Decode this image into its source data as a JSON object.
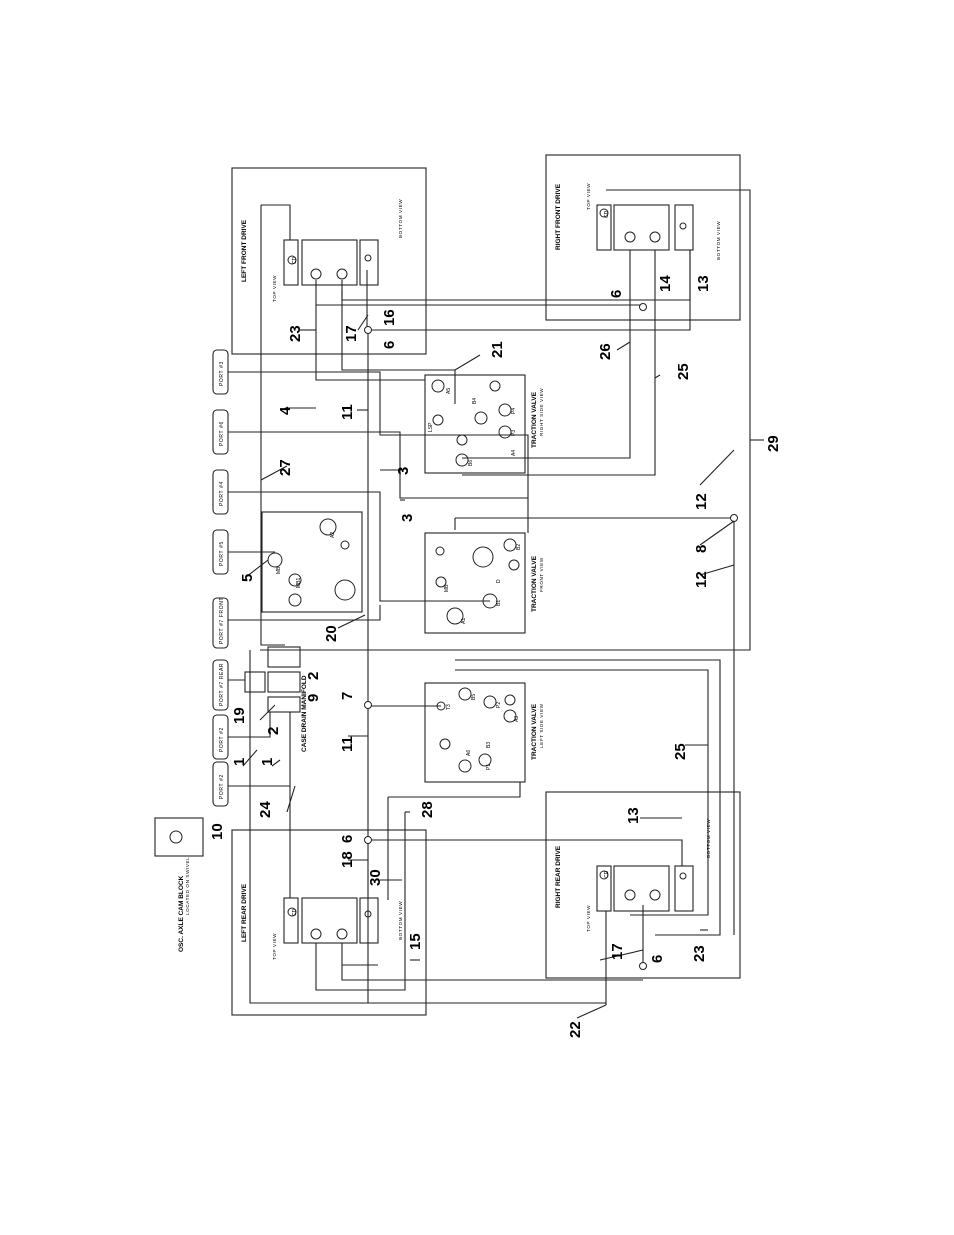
{
  "title": {
    "cam_block": "OSC. AXLE CAM BLOCK",
    "cam_block_sub": "LOCATED ON SWIVEL"
  },
  "drives": {
    "left_front": "LEFT FRONT DRIVE",
    "right_front": "RIGHT FRONT DRIVE",
    "left_rear": "LEFT REAR DRIVE",
    "right_rear": "RIGHT REAR DRIVE",
    "top_view": "TOP VIEW",
    "bottom_view": "BOTTOM VIEW"
  },
  "valves": {
    "tv_right": "TRACTION VALVE",
    "tv_right_sub": "RIGHT SIDE VIEW",
    "tv_front": "TRACTION VALVE",
    "tv_front_sub": "FRONT VIEW",
    "tv_left": "TRACTION VALVE",
    "tv_left_sub": "LEFT SIDE VIEW",
    "case_drain": "CASE DRAIN MANIFOLD"
  },
  "ports": [
    "PORT #3",
    "PORT #6",
    "PORT #4",
    "PORT #5",
    "PORT #7 FRONT",
    "PORT #7 REAR",
    "PORT #2",
    "PORT #2"
  ],
  "fitting_labels": {
    "a1": "A1",
    "b1": "B1",
    "a2": "A2",
    "b2": "B2",
    "a3": "A3",
    "b3": "B3",
    "a4": "A4",
    "b4": "B4",
    "a5": "A5",
    "b5": "B5",
    "a6": "A6",
    "b6": "B6",
    "p1": "P1",
    "p2": "P2",
    "p3": "P3",
    "p4": "P4",
    "d": "D",
    "t3": "T3",
    "lsp": "LSP",
    "mb": "MB",
    "mb1": "MB1",
    "mb2": "MB2",
    "cd": "CD"
  },
  "callouts": {
    "c1": "1",
    "c1b": "1",
    "c2": "2",
    "c2b": "2",
    "c3": "3",
    "c3b": "3",
    "c4": "4",
    "c5": "5",
    "c6a": "6",
    "c6b": "6",
    "c6c": "6",
    "c6d": "6",
    "c7": "7",
    "c8": "8",
    "c9": "9",
    "c10": "10",
    "c11a": "11",
    "c11b": "11",
    "c12a": "12",
    "c12b": "12",
    "c13a": "13",
    "c13b": "13",
    "c14": "14",
    "c15": "15",
    "c16": "16",
    "c17a": "17",
    "c17b": "17",
    "c18": "18",
    "c19": "19",
    "c20": "20",
    "c21": "21",
    "c22": "22",
    "c23a": "23",
    "c23b": "23",
    "c24": "24",
    "c25a": "25",
    "c25b": "25",
    "c26": "26",
    "c27": "27",
    "c28": "28",
    "c29": "29",
    "c30": "30"
  }
}
